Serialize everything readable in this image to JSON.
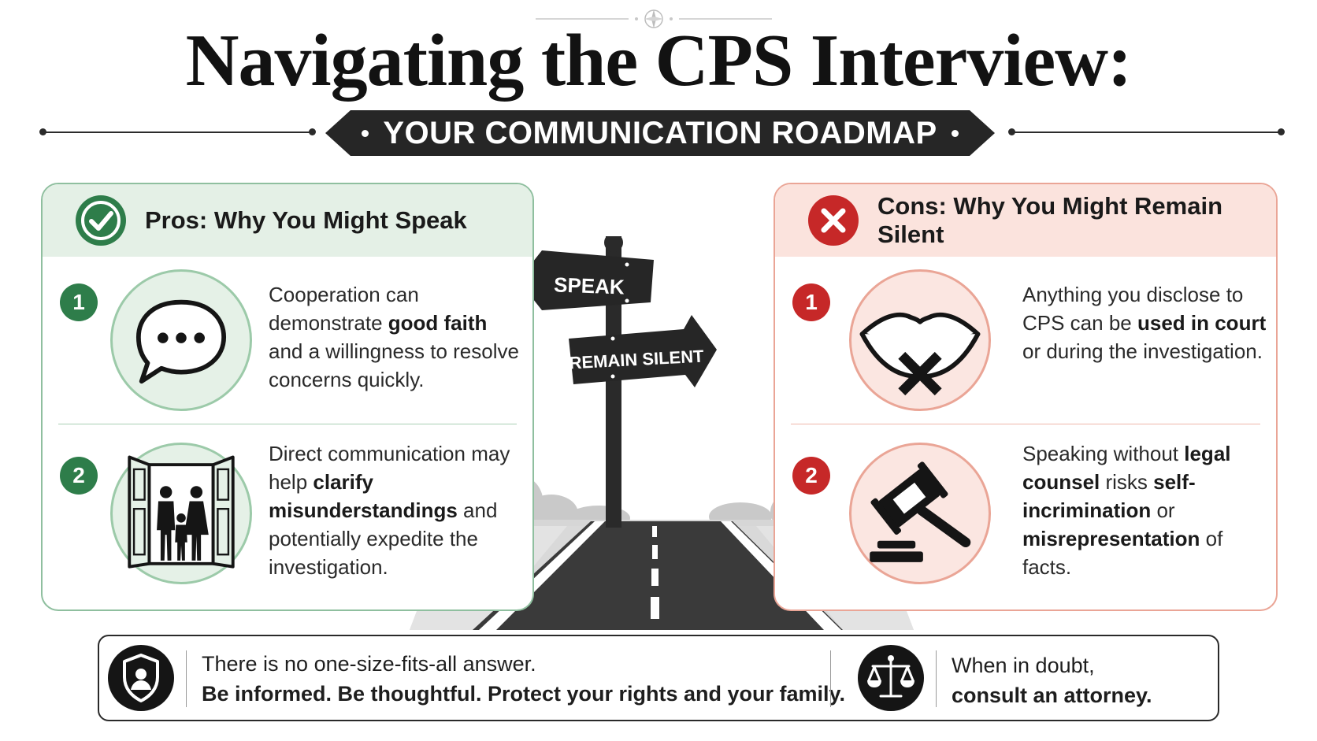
{
  "title": "Navigating the CPS Interview:",
  "subtitle": "YOUR COMMUNICATION ROADMAP",
  "pros": {
    "title": "Pros: Why You Might Speak",
    "items": [
      {
        "number": "1",
        "icon": "speech-bubble-icon",
        "segments": [
          {
            "text": "Cooperation can demonstrate ",
            "bold": false
          },
          {
            "text": "good faith",
            "bold": true
          },
          {
            "text": " and a willingness to resolve concerns quickly.",
            "bold": false
          }
        ]
      },
      {
        "number": "2",
        "icon": "family-door-icon",
        "segments": [
          {
            "text": "Direct communication may help ",
            "bold": false
          },
          {
            "text": "clarify misunderstandings",
            "bold": true
          },
          {
            "text": " and potentially expedite the investigation.",
            "bold": false
          }
        ]
      }
    ]
  },
  "cons": {
    "title": "Cons: Why You Might Remain Silent",
    "items": [
      {
        "number": "1",
        "icon": "closed-lips-icon",
        "segments": [
          {
            "text": "Anything you disclose to CPS can be ",
            "bold": false
          },
          {
            "text": "used in court",
            "bold": true
          },
          {
            "text": " or during the investigation.",
            "bold": false
          }
        ]
      },
      {
        "number": "2",
        "icon": "gavel-icon",
        "segments": [
          {
            "text": "Speaking without ",
            "bold": false
          },
          {
            "text": "legal counsel",
            "bold": true
          },
          {
            "text": " risks ",
            "bold": false
          },
          {
            "text": "self-incrimination",
            "bold": true
          },
          {
            "text": " or ",
            "bold": false
          },
          {
            "text": "misrepresentation",
            "bold": true
          },
          {
            "text": " of facts.",
            "bold": false
          }
        ]
      }
    ]
  },
  "signpost": {
    "speak": "SPEAK",
    "remain_silent": "REMAIN SILENT"
  },
  "footer": {
    "left_line1": "There is no one-size-fits-all answer.",
    "left_line2": "Be informed. Be thoughtful. Protect your rights and your family.",
    "right_line1": "When in doubt,",
    "right_line2": "consult an attorney."
  },
  "colors": {
    "pros_accent": "#2e7d4a",
    "cons_accent": "#c62828",
    "dark": "#262626"
  }
}
